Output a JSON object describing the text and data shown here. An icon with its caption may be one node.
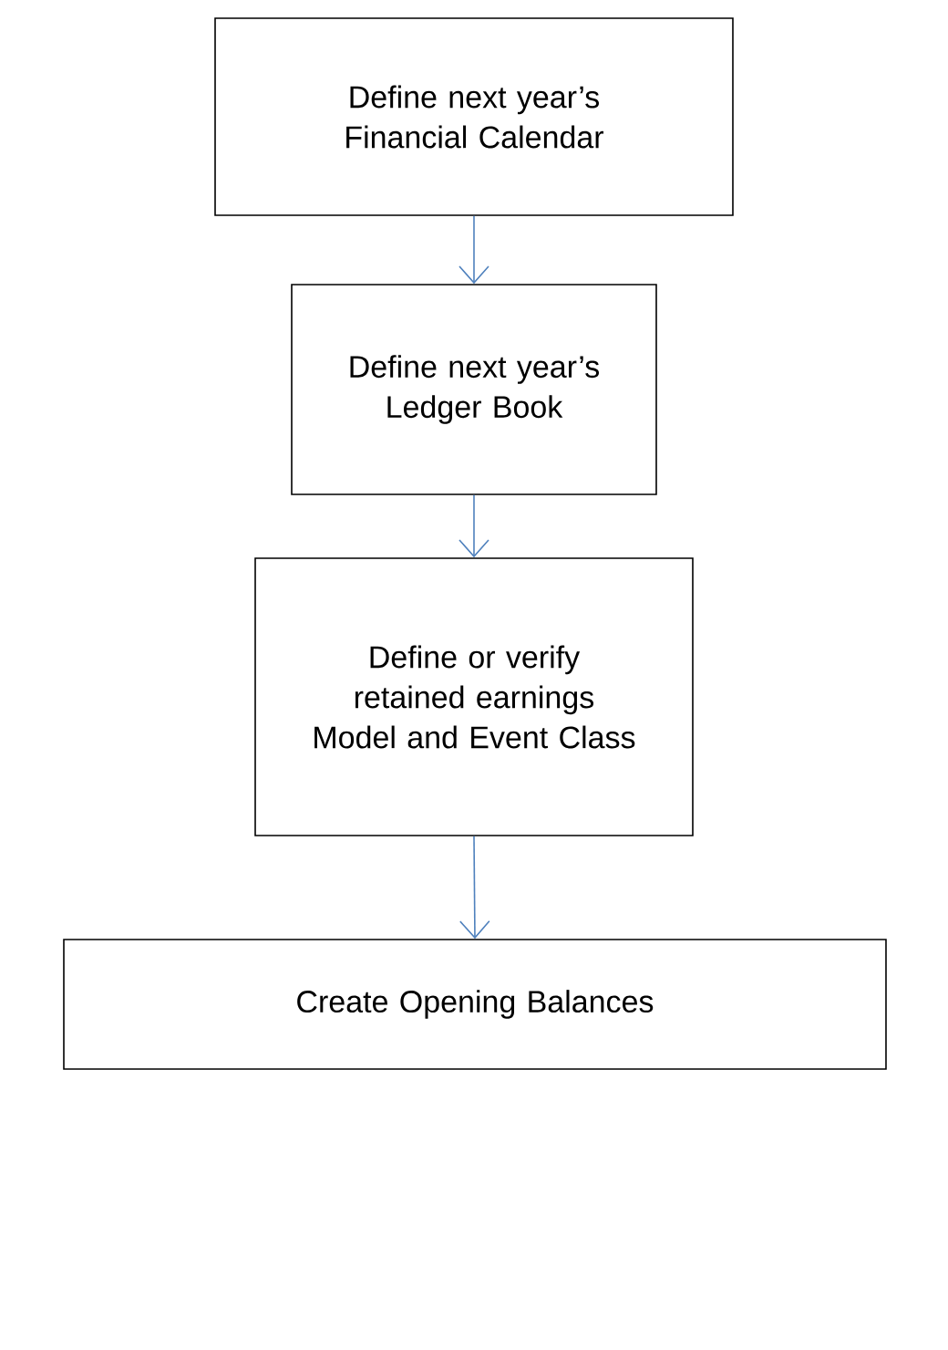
{
  "diagram": {
    "nodes": [
      {
        "text": [
          "Define next year’s Financial Calendar"
        ]
      },
      {
        "text": [
          "Define next year’s Ledger Book"
        ]
      },
      {
        "text": [
          "Define or verify retained earnings Model and Event Class"
        ]
      },
      {
        "text": [
          "Create Opening Balances"
        ]
      }
    ],
    "edges": [
      {
        "from": 0,
        "to": 1,
        "arrow": "to"
      },
      {
        "from": 1,
        "to": 2,
        "arrow": "to"
      },
      {
        "from": 2,
        "to": 3,
        "arrow": "to"
      }
    ]
  }
}
